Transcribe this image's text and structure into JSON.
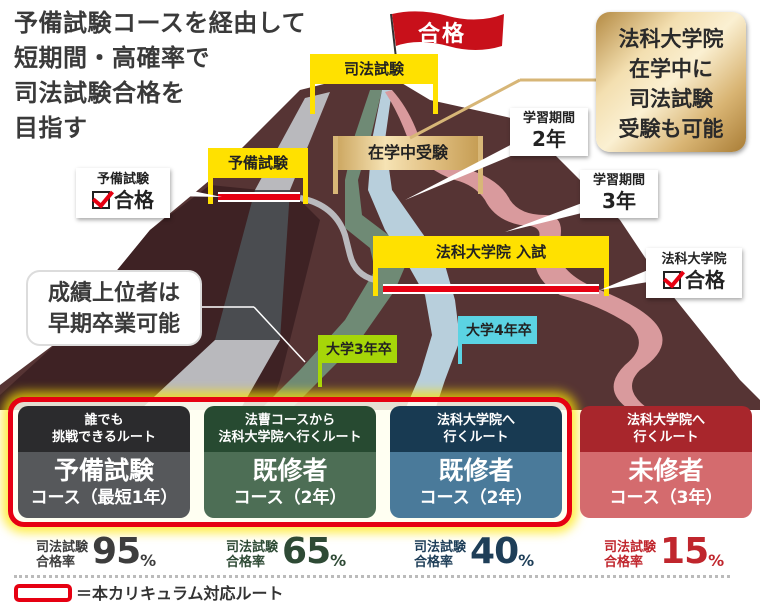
{
  "headline": {
    "lines": [
      "予備試験コースを経由して",
      "短期間・高確率で",
      "司法試験合格を",
      "目指す"
    ]
  },
  "goal_flag": {
    "label": "合格",
    "color": "#c8101a"
  },
  "gates": {
    "shiho": {
      "label": "司法試験"
    },
    "yobi": {
      "label": "予備試験"
    },
    "zaigaku": {
      "label": "在学中受験"
    },
    "hoka_nyushi": {
      "label": "法科大学院 入試"
    }
  },
  "callouts": {
    "yobi_pass": {
      "small": "予備試験",
      "big": "合格"
    },
    "lawschool_pass": {
      "small": "法科大学院",
      "big": "合格"
    },
    "period_2": {
      "small": "学習期間",
      "big": "2年"
    },
    "period_3": {
      "small": "学習期間",
      "big": "3年"
    },
    "gold_note": [
      "法科大学院",
      "在学中に",
      "司法試験",
      "受験も可能"
    ],
    "early_grad": [
      "成績上位者は",
      "早期卒業可能"
    ]
  },
  "flags": {
    "grad3": {
      "label": "大学3年卒",
      "color": "#a6d608"
    },
    "grad4": {
      "label": "大学4年卒",
      "color": "#5bd3e3"
    }
  },
  "courses": [
    {
      "top": [
        "誰でも",
        "挑戦できるルート"
      ],
      "name": "予備試験",
      "sub": "コース（最短1年）",
      "top_color": "#2b2b2d",
      "bottom_color": "#56585b"
    },
    {
      "top": [
        "法曹コースから",
        "法科大学院へ行くルート"
      ],
      "name": "既修者",
      "sub": "コース（2年）",
      "top_color": "#274a31",
      "bottom_color": "#4d6e55"
    },
    {
      "top": [
        "法科大学院へ",
        "行くルート"
      ],
      "name": "既修者",
      "sub": "コース（2年）",
      "top_color": "#183a52",
      "bottom_color": "#4a7a9a"
    },
    {
      "top": [
        "法科大学院へ",
        "行くルート"
      ],
      "name": "未修者",
      "sub": "コース（3年）",
      "top_color": "#a8262c",
      "bottom_color": "#d46b6e"
    }
  ],
  "rates": [
    {
      "label": [
        "司法試験",
        "合格率"
      ],
      "value": "95",
      "unit": "%",
      "color": "#3d3d3d"
    },
    {
      "label": [
        "司法試験",
        "合格率"
      ],
      "value": "65",
      "unit": "%",
      "color": "#2e4a35"
    },
    {
      "label": [
        "司法試験",
        "合格率"
      ],
      "value": "40",
      "unit": "%",
      "color": "#1e3e58"
    },
    {
      "label": [
        "司法試験",
        "合格率"
      ],
      "value": "15",
      "unit": "%",
      "color": "#c0262d"
    }
  ],
  "legend": {
    "text": "＝本カリキュラム対応ルート",
    "color": "#e60012"
  },
  "colors": {
    "mountain": "#563434",
    "mountain_dark": "#3e2224",
    "road_yobi": "#b9b9bd",
    "road_yobi_dark": "#4a4c50",
    "road_hosou": "#6f8a75",
    "road_kishu": "#b8cfdc",
    "road_mishu": "#d99a9d",
    "gate_yellow": "#ffe100"
  }
}
